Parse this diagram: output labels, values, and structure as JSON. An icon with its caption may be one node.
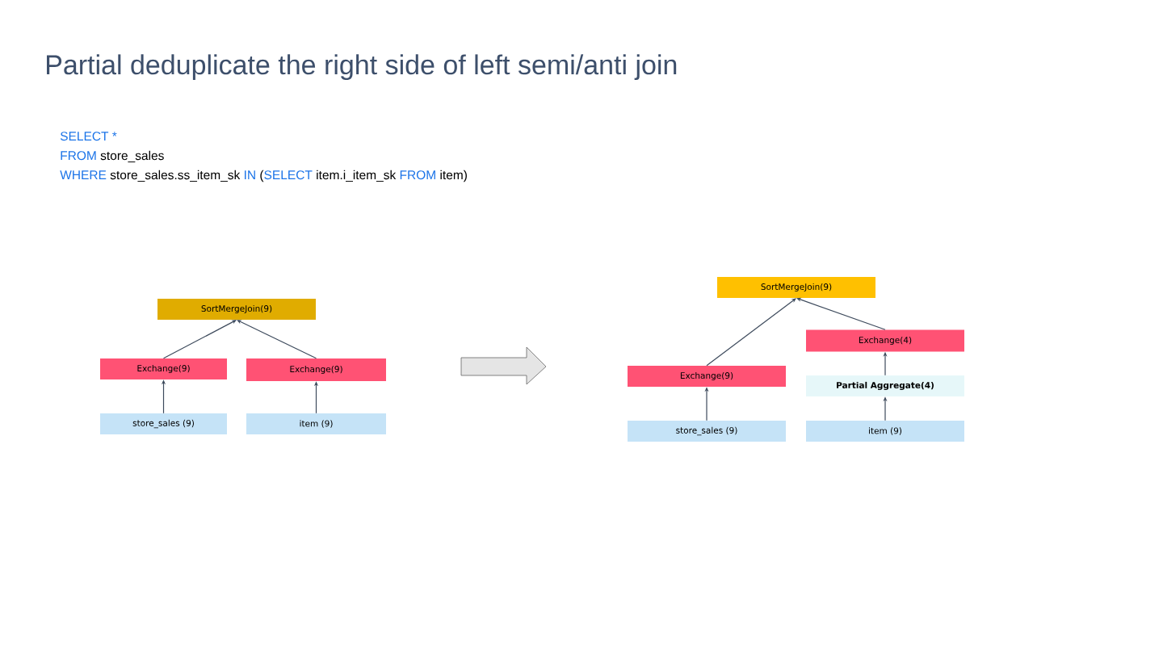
{
  "diagram": {
    "title": "Partial deduplicate the right side of left semi/anti join",
    "nodes": [
      {
        "text": [
          "SortMergeJoin(9)"
        ]
      },
      {
        "text": [
          "Exchange(9)"
        ]
      },
      {
        "text": [
          "Exchange(9)"
        ]
      },
      {
        "text": [
          "store_sales (9)"
        ]
      },
      {
        "text": [
          "item (9)"
        ]
      },
      {
        "text": [
          "SortMergeJoin(9)"
        ]
      },
      {
        "text": [
          "Exchange(4)"
        ]
      },
      {
        "text": [
          "Exchange(9)"
        ]
      },
      {
        "text": [
          "Partial Aggregate(4)"
        ]
      },
      {
        "text": [
          "store_sales (9)"
        ]
      },
      {
        "text": [
          "item (9)"
        ]
      }
    ],
    "edges": [
      {
        "from": 1,
        "to": 0,
        "arrow": "to"
      },
      {
        "from": 2,
        "to": 0,
        "arrow": "to"
      },
      {
        "from": 3,
        "to": 1,
        "arrow": "to"
      },
      {
        "from": 4,
        "to": 2,
        "arrow": "to"
      },
      {
        "from": 7,
        "to": 5,
        "arrow": "to"
      },
      {
        "from": 6,
        "to": 5,
        "arrow": "to"
      },
      {
        "from": 9,
        "to": 7,
        "arrow": "to"
      },
      {
        "from": 10,
        "to": 8,
        "arrow": "to"
      },
      {
        "from": 8,
        "to": 6,
        "arrow": "to"
      }
    ],
    "labels": [
      "SELECT *",
      "FROM",
      "store_sales",
      "WHERE",
      "store_sales.ss_item_sk",
      "IN",
      "(",
      "SELECT",
      "item.i_item_sk",
      "FROM",
      "item)"
    ]
  }
}
